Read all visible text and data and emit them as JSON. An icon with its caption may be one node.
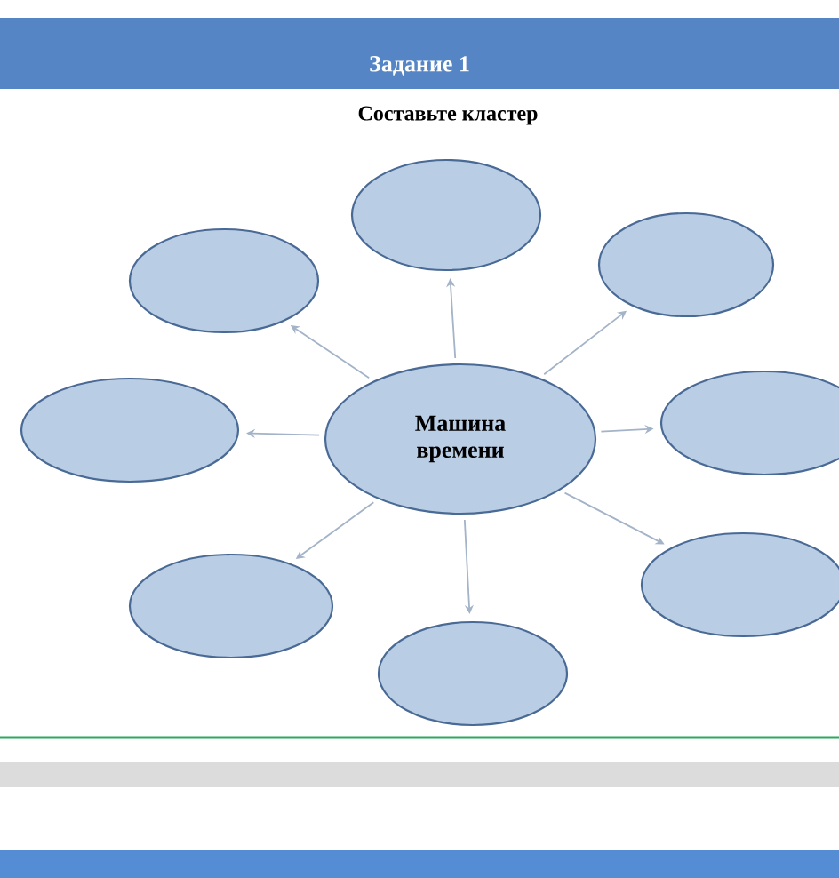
{
  "diagram": {
    "title": "Задание 1",
    "labels": [
      "Составьте кластер"
    ],
    "nodes": [
      {
        "text": [
          "Машина времени"
        ]
      },
      {
        "text": [],
        "shape": "ellipse"
      },
      {
        "text": [],
        "shape": "ellipse"
      },
      {
        "text": [],
        "shape": "ellipse"
      },
      {
        "text": [],
        "shape": "ellipse"
      },
      {
        "text": [],
        "shape": "ellipse"
      },
      {
        "text": [],
        "shape": "ellipse"
      },
      {
        "text": [],
        "shape": "ellipse"
      },
      {
        "text": [],
        "shape": "ellipse"
      }
    ],
    "edges": [
      {
        "from": 0,
        "to": 1,
        "arrow": "to"
      },
      {
        "from": 0,
        "to": 2,
        "arrow": "to"
      },
      {
        "from": 0,
        "to": 3,
        "arrow": "to"
      },
      {
        "from": 0,
        "to": 4,
        "arrow": "to"
      },
      {
        "from": 0,
        "to": 5,
        "arrow": "to"
      },
      {
        "from": 0,
        "to": 6,
        "arrow": "to"
      },
      {
        "from": 0,
        "to": 7,
        "arrow": "to"
      },
      {
        "from": 0,
        "to": 8,
        "arrow": "to"
      }
    ]
  }
}
